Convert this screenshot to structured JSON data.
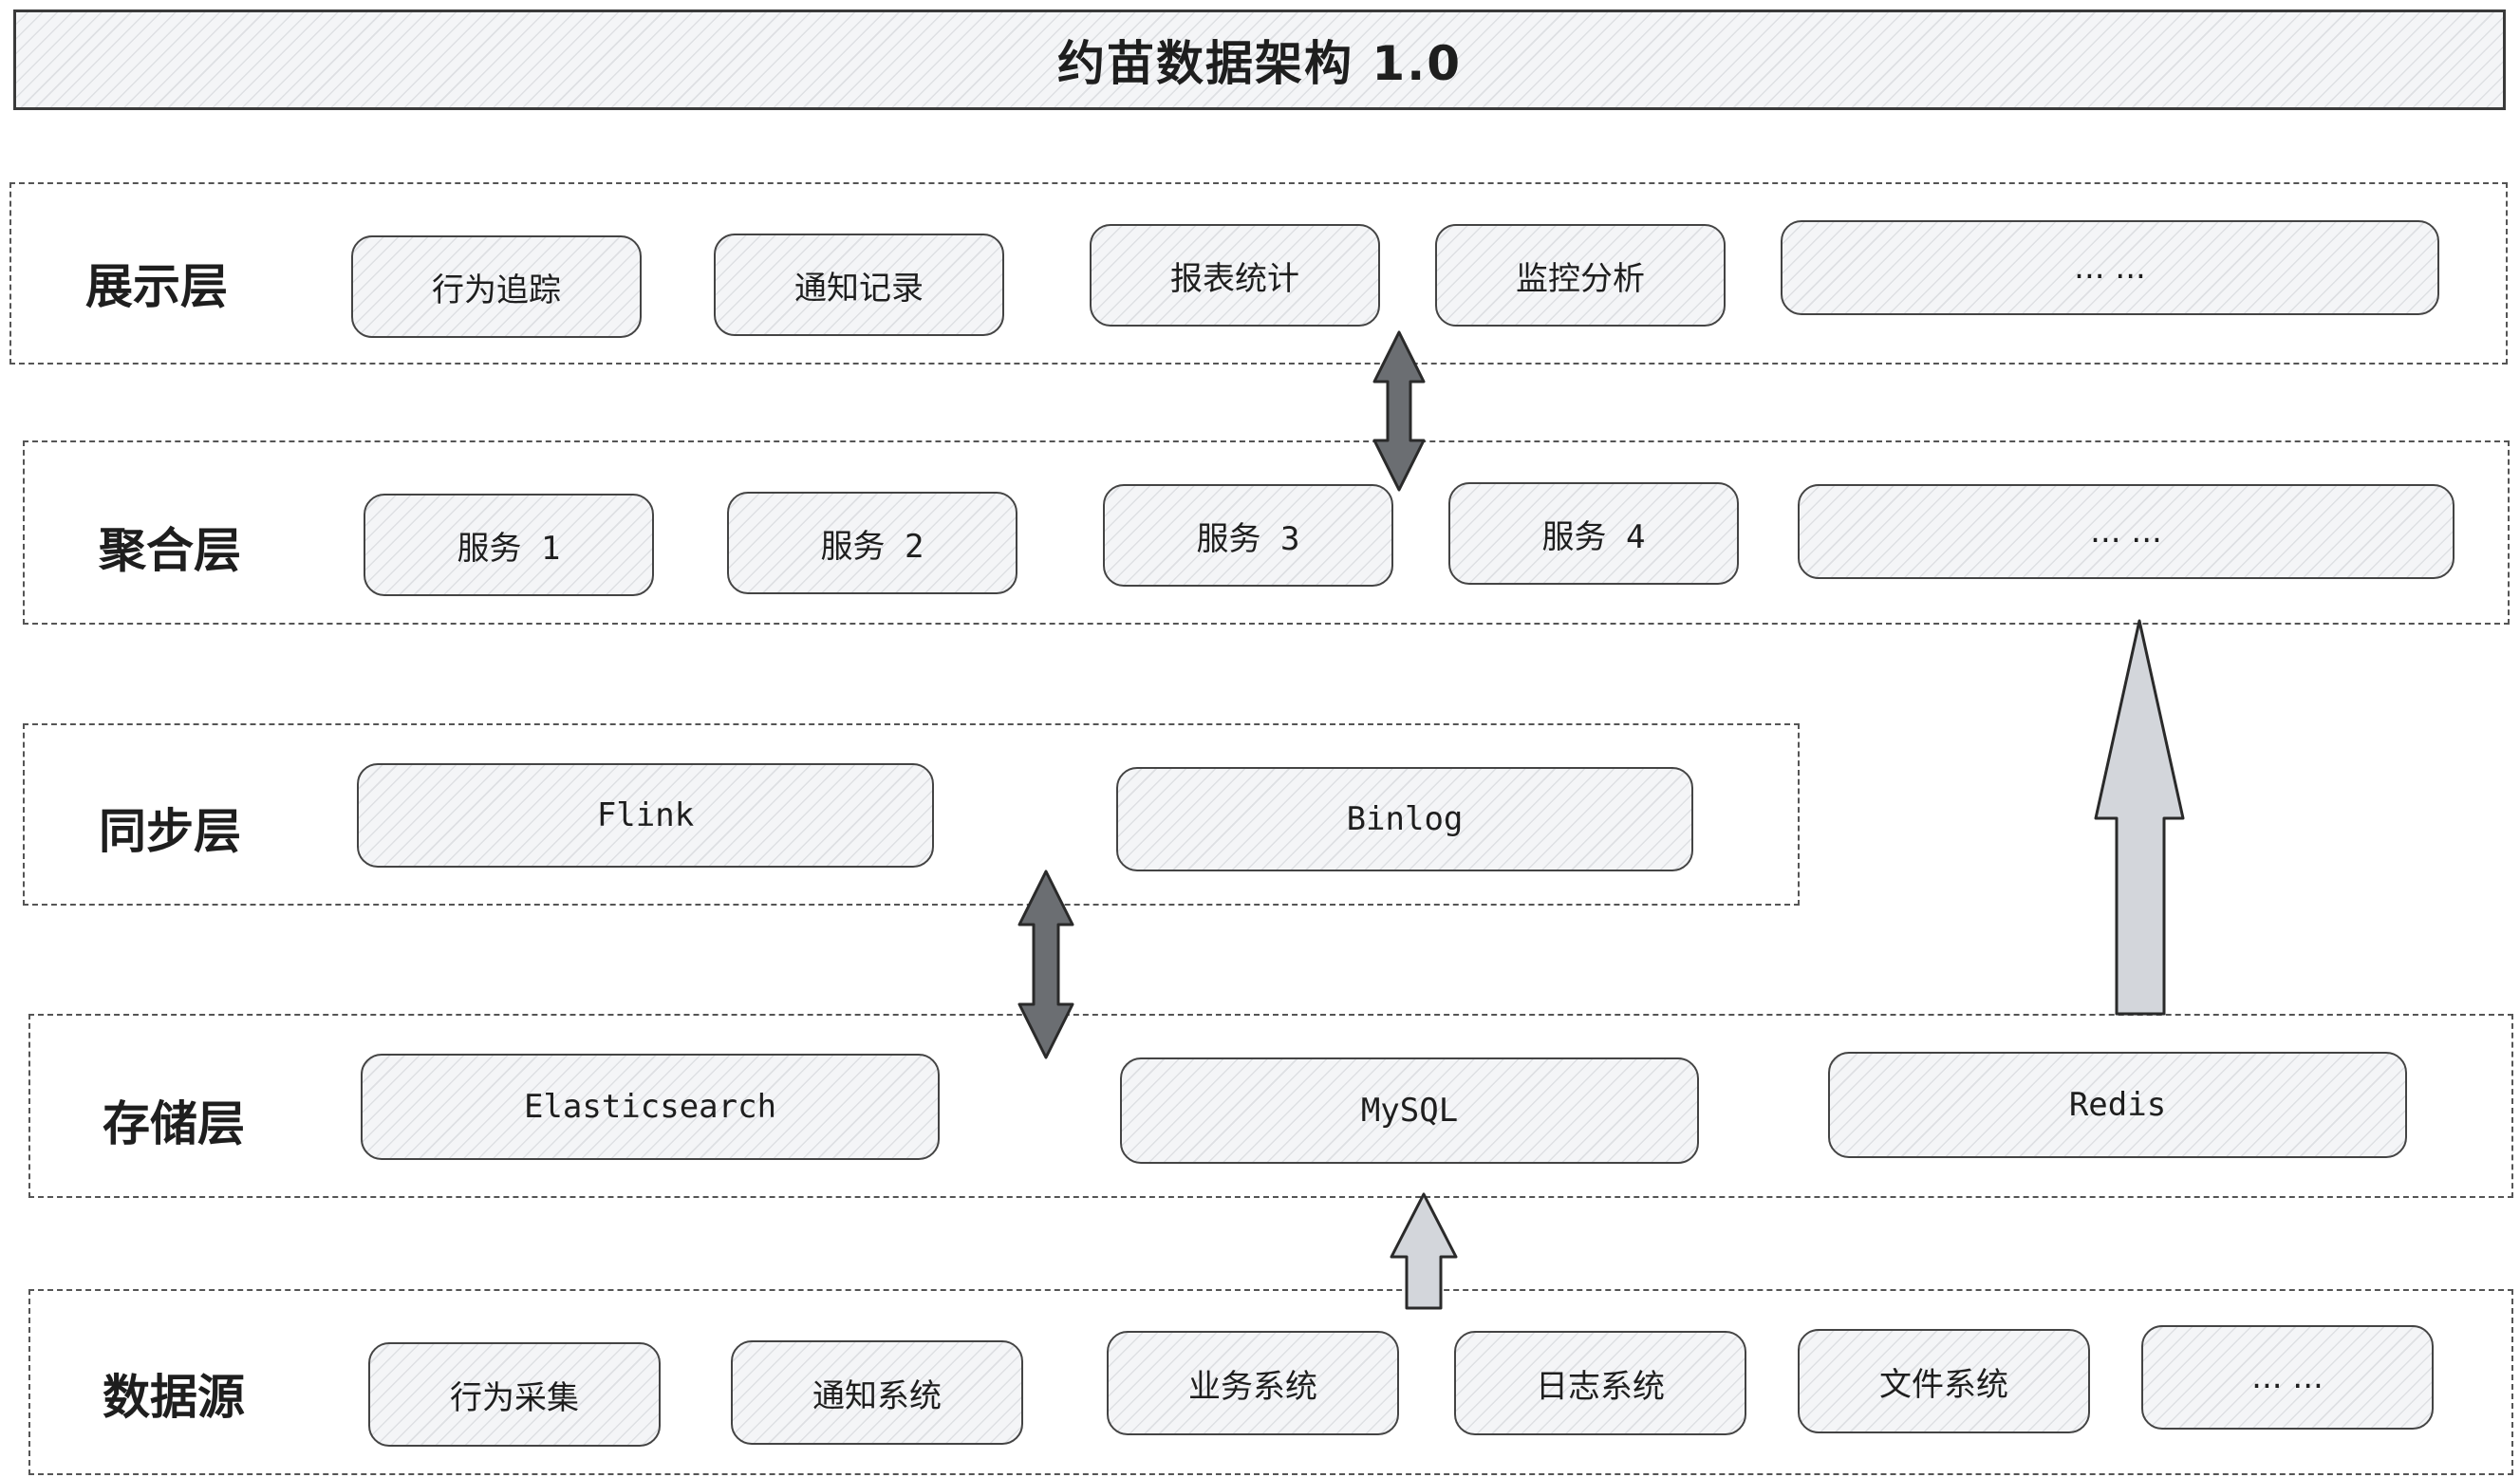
{
  "title": "约苗数据架构 1.0",
  "layers": {
    "presentation": {
      "label": "展示层",
      "nodes": [
        "行为追踪",
        "通知记录",
        "报表统计",
        "监控分析",
        "... ..."
      ]
    },
    "aggregation": {
      "label": "聚合层",
      "nodes": [
        "服务 1",
        "服务 2",
        "服务 3",
        "服务 4",
        "... ..."
      ]
    },
    "sync": {
      "label": "同步层",
      "nodes": [
        "Flink",
        "Binlog"
      ]
    },
    "storage": {
      "label": "存储层",
      "nodes": [
        "Elasticsearch",
        "MySQL",
        "Redis"
      ]
    },
    "source": {
      "label": "数据源",
      "nodes": [
        "行为采集",
        "通知系统",
        "业务系统",
        "日志系统",
        "文件系统",
        "... ..."
      ]
    }
  },
  "colors": {
    "dark_arrow": "#6b6e72",
    "light_arrow": "#d3d6db",
    "stroke": "#1e1e1e"
  }
}
